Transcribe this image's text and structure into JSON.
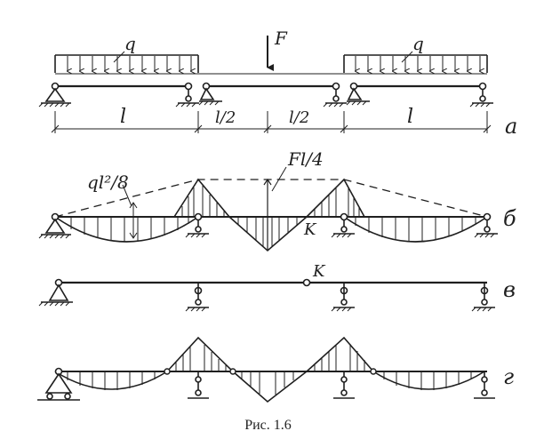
{
  "figure": {
    "caption": "Рис. 1.6",
    "panel_labels": {
      "a": "а",
      "b": "б",
      "v": "в",
      "g": "г"
    }
  },
  "loads": {
    "distributed_label_left": "q",
    "distributed_label_right": "q",
    "point_force_label": "F"
  },
  "dimensions": [
    "l",
    "l/2",
    "l/2",
    "l"
  ],
  "moment_labels": {
    "span_moment": "ql²/8",
    "force_moment": "Fl/4",
    "point_k": "K"
  },
  "scheme_v": {
    "point_k": "K"
  },
  "colors": {
    "ink": "#1f1f1f",
    "background": "#ffffff"
  }
}
